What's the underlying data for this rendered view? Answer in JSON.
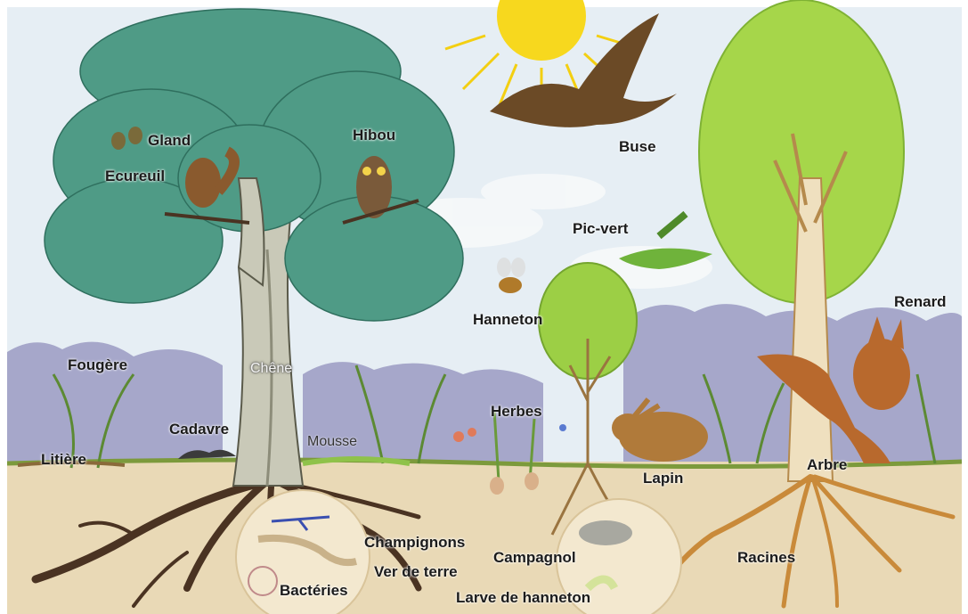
{
  "labels": {
    "gland": "Gland",
    "ecureuil": "Ecureuil",
    "hibou": "Hibou",
    "buse": "Buse",
    "pic_vert": "Pic-vert",
    "hanneton": "Hanneton",
    "renard": "Renard",
    "fougere": "Fougère",
    "chene": "Chêne",
    "cadavre": "Cadavre",
    "mousse": "Mousse",
    "litiere": "Litière",
    "herbes": "Herbes",
    "lapin": "Lapin",
    "arbre": "Arbre",
    "champignons": "Champignons",
    "ver_de_terre": "Ver de terre",
    "bacteries": "Bactéries",
    "campagnol": "Campagnol",
    "larve_de_hanneton": "Larve de hanneton",
    "racines": "Racines"
  },
  "colors": {
    "sky": "#e6eef4",
    "sun": "#f7d81e",
    "mountains": "#9a9ac2",
    "oak_foliage": "#4f9b86",
    "oak_trunk": "#c9c9b8",
    "poplar_foliage": "#a6d64a",
    "small_tree": "#9ccf45",
    "soil": "#e9d9b6",
    "ground_line": "#7c9a3c",
    "oak_roots": "#4a3322",
    "tree_roots": "#c98a3a",
    "fox": "#b8692d",
    "rabbit": "#b07a3a",
    "buzzard": "#6b4a26",
    "owl": "#7a5a3a",
    "woodpecker": "#6fb33b"
  }
}
